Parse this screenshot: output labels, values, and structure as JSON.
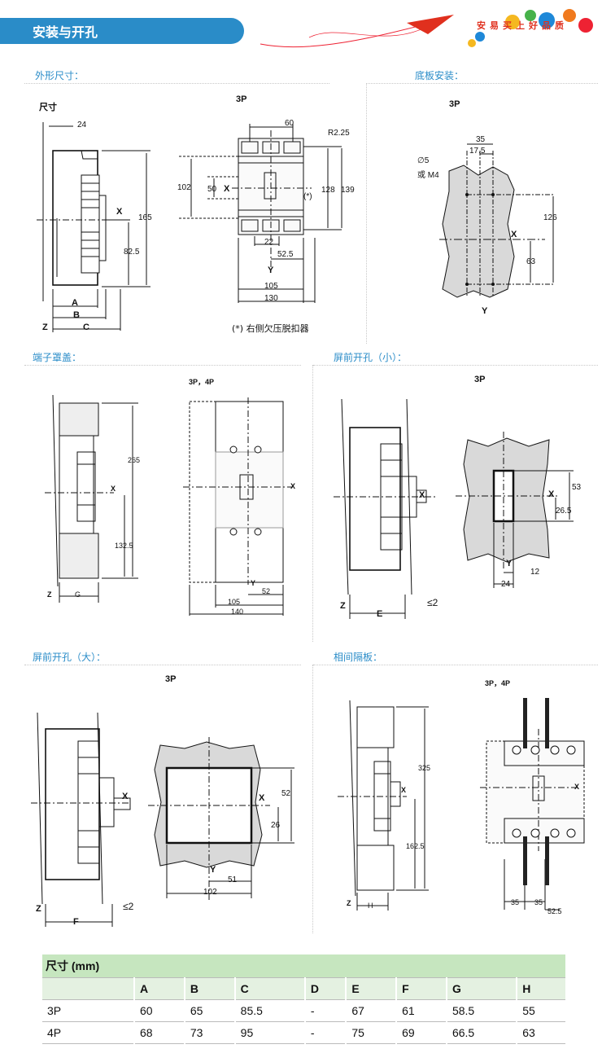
{
  "header": {
    "title": "安装与开孔",
    "slogan": [
      "安",
      "易",
      "买",
      "上",
      "好",
      "品",
      "质"
    ]
  },
  "sections": {
    "outline": "外形尺寸：",
    "base": "底板安装：",
    "terminal": "端子罩盖：",
    "panel_small": "屏前开孔（小）：",
    "panel_large": "屏前开孔（大）：",
    "phase": "相间隔板："
  },
  "outline": {
    "dim_title": "尺寸",
    "p3": "3P",
    "labels": {
      "d24": "24",
      "d165": "165",
      "d825": "82.5",
      "x": "X",
      "a": "A",
      "b": "B",
      "c": "C",
      "z": "Z",
      "d60": "60",
      "r225": "R2.25",
      "d102": "102",
      "d50": "50",
      "d128": "128",
      "d139": "139",
      "d22": "22",
      "d525": "52.5",
      "y": "Y",
      "d105": "105",
      "d130": "130",
      "note_mark": "(*)",
      "note": "(*) 右侧欠压脱扣器"
    }
  },
  "base": {
    "p3": "3P",
    "labels": {
      "d35": "35",
      "d175": "17.5",
      "phi5": "∅5",
      "m4": "或 M4",
      "d126": "126",
      "x": "X",
      "d63": "63",
      "y": "Y"
    }
  },
  "terminal": {
    "p": "3P，4P",
    "labels": {
      "d265": "265",
      "x": "X",
      "d1325": "132.5",
      "z": "Z",
      "g": "G",
      "x2": "X",
      "y": "Y",
      "d52": "52",
      "d105": "105",
      "d140": "140"
    }
  },
  "panel_small": {
    "p3": "3P",
    "labels": {
      "x": "X",
      "z": "Z",
      "e": "E",
      "le2": "≤2",
      "x2": "X",
      "d53": "53",
      "d265": "26.5",
      "y": "Y",
      "d12": "12",
      "d24": "24"
    }
  },
  "panel_large": {
    "p3": "3P",
    "labels": {
      "x": "X",
      "z": "Z",
      "f": "F",
      "le2": "≤2",
      "x2": "X",
      "d52": "52",
      "d26": "26",
      "y": "Y",
      "d51": "51",
      "d102": "102"
    }
  },
  "phase": {
    "p": "3P，4P",
    "labels": {
      "d325": "325",
      "x": "X",
      "d1625": "162.5",
      "z": "Z",
      "h": "H",
      "x2": "X",
      "d35a": "35",
      "d35b": "35",
      "d525": "52.5"
    }
  },
  "table": {
    "title": "尺寸 (mm)",
    "columns": [
      "",
      "A",
      "B",
      "C",
      "D",
      "E",
      "F",
      "G",
      "H"
    ],
    "rows": [
      [
        "3P",
        "60",
        "65",
        "85.5",
        "-",
        "67",
        "61",
        "58.5",
        "55"
      ],
      [
        "4P",
        "68",
        "73",
        "95",
        "-",
        "75",
        "69",
        "66.5",
        "63"
      ]
    ]
  }
}
